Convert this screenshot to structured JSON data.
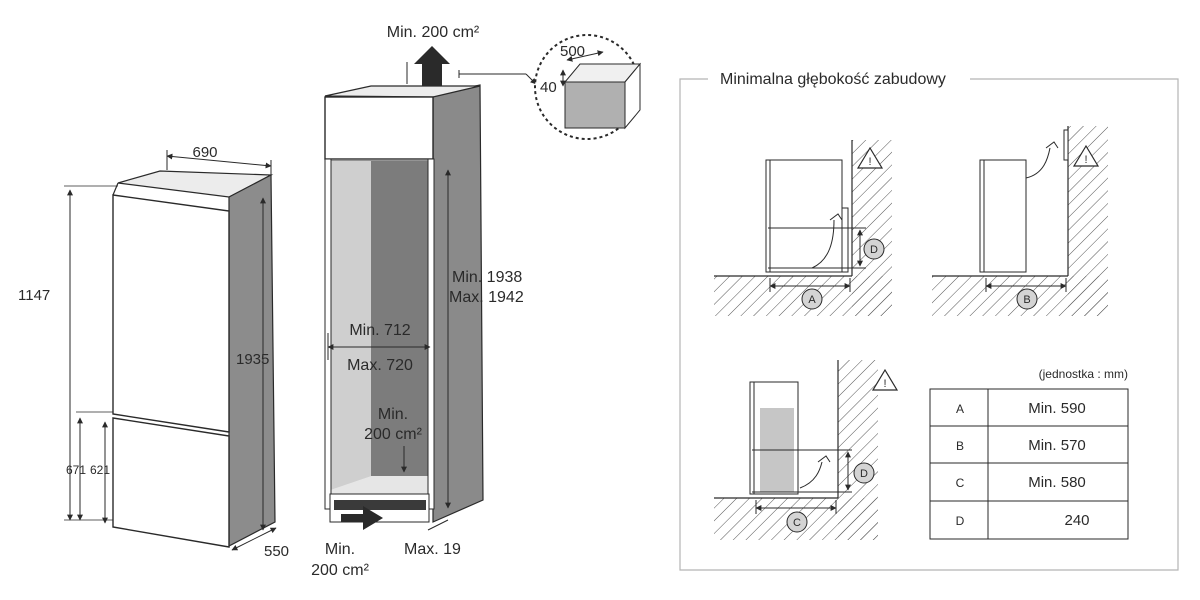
{
  "fridge": {
    "width": "690",
    "height": "1147",
    "total_height": "1935",
    "h1": "671",
    "h2": "621",
    "depth": "550"
  },
  "niche": {
    "vent_top": "Min. 200 cm²",
    "detail_w": "500",
    "detail_h": "40",
    "h_min": "Min. 1938",
    "h_max": "Max. 1942",
    "w_min": "Min. 712",
    "w_max": "Max. 720",
    "inner_vent_1": "Min.",
    "inner_vent_2": "200 cm²",
    "bottom_vent_1": "Min.",
    "bottom_vent_2": "200 cm²",
    "gap": "Max. 19"
  },
  "panel": {
    "title": "Minimalna głębokość zabudowy",
    "unit": "(jednostka : mm)",
    "labels": {
      "a": "A",
      "b": "B",
      "c": "C",
      "d": "D"
    },
    "warning_symbol": "!",
    "table": [
      {
        "key": "A",
        "value": "Min. 590"
      },
      {
        "key": "B",
        "value": "Min. 570"
      },
      {
        "key": "C",
        "value": "Min. 580"
      },
      {
        "key": "D",
        "value": "240"
      }
    ]
  },
  "colors": {
    "line": "#2a2a2a",
    "light_gray": "#e6e6e6",
    "mid_gray": "#9a9a9a",
    "dark_gray": "#7a7a7a",
    "panel_border": "#b5b5b5"
  }
}
